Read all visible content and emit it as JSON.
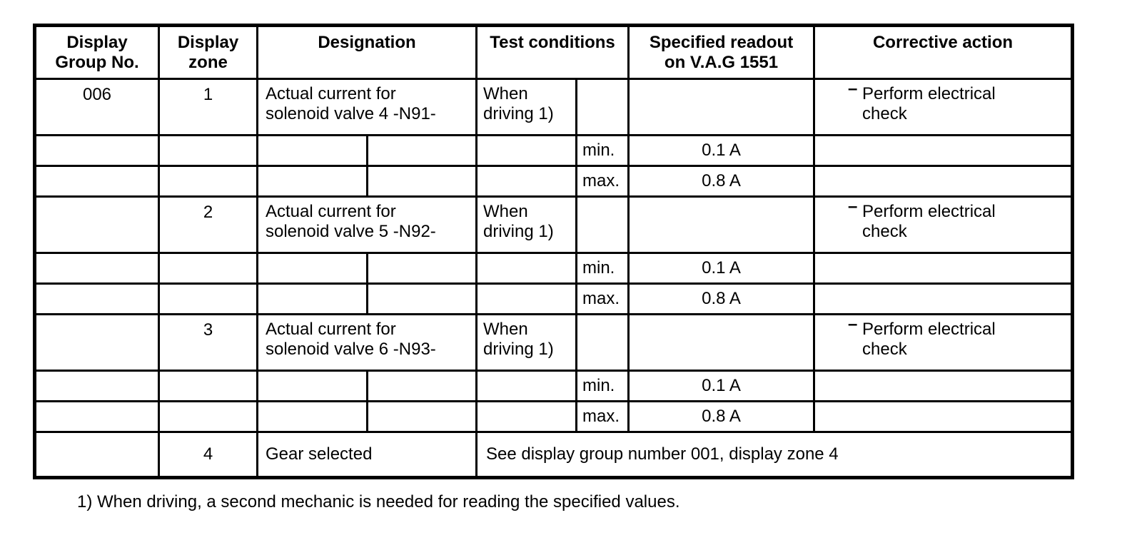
{
  "page": {
    "background": "#ffffff",
    "ink": "#000000"
  },
  "table": {
    "headers": {
      "group_no": "Display\nGroup No.",
      "zone": "Display\nzone",
      "designation": "Designation",
      "test_conditions": "Test conditions",
      "readout": "Specified readout\non V.A.G 1551",
      "corrective": "Corrective action"
    },
    "corrective_marker": "–",
    "groups": [
      {
        "group_no": "006",
        "zone": "1",
        "designation": "Actual current for\nsolenoid valve 4 -N91-",
        "test_condition": "When\ndriving 1)",
        "corrective": "Perform electrical\ncheck",
        "limits": [
          {
            "label": "min.",
            "value": "0.1 A"
          },
          {
            "label": "max.",
            "value": "0.8 A"
          }
        ]
      },
      {
        "zone": "2",
        "designation": "Actual current for\nsolenoid valve 5 -N92-",
        "test_condition": "When\ndriving 1)",
        "corrective": "Perform electrical\ncheck",
        "limits": [
          {
            "label": "min.",
            "value": "0.1 A"
          },
          {
            "label": "max.",
            "value": "0.8 A"
          }
        ]
      },
      {
        "zone": "3",
        "designation": "Actual current for\nsolenoid valve 6 -N93-",
        "test_condition": "When\ndriving 1)",
        "corrective": "Perform electrical\ncheck",
        "limits": [
          {
            "label": "min.",
            "value": "0.1 A"
          },
          {
            "label": "max.",
            "value": "0.8 A"
          }
        ]
      }
    ],
    "final_row": {
      "zone": "4",
      "designation": "Gear selected",
      "note": "See display group number 001, display zone 4"
    }
  },
  "footnote": "1) When driving, a second mechanic is needed for reading the specified values."
}
